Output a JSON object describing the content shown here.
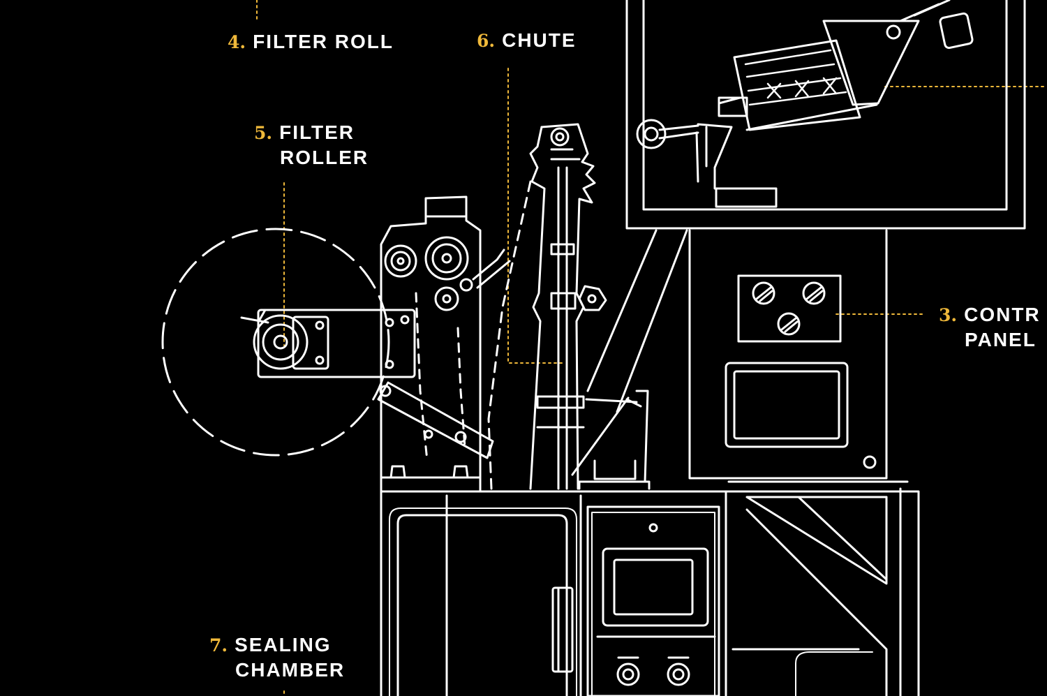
{
  "colors": {
    "background": "#000000",
    "line": "#ffffff",
    "accent": "#f0b93a"
  },
  "labels": {
    "filter_roll": {
      "num": "4.",
      "line1": "FILTER ROLL",
      "line2": ""
    },
    "chute": {
      "num": "6.",
      "line1": "CHUTE",
      "line2": ""
    },
    "filter_roller": {
      "num": "5.",
      "line1": "FILTER",
      "line2": "ROLLER"
    },
    "control_panel": {
      "num": "3.",
      "line1": "CONTR",
      "line2": "PANEL"
    },
    "sealing_chamber": {
      "num": "7.",
      "line1": "SEALING",
      "line2": "CHAMBER"
    }
  }
}
